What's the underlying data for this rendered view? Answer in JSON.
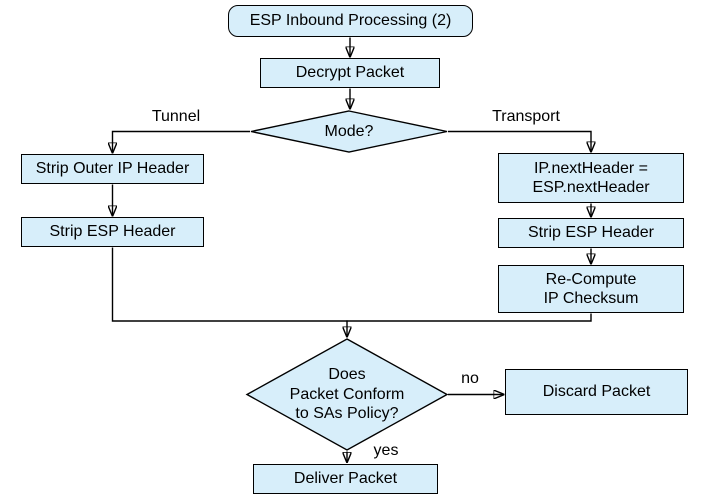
{
  "diagram": {
    "type": "flowchart",
    "title": "ESP Inbound Processing (2)",
    "colors": {
      "node_fill": "#d7eefa",
      "node_border": "#000000",
      "connector": "#000000",
      "background": "#ffffff",
      "text": "#000000"
    },
    "nodes": {
      "start": {
        "label": "ESP Inbound Processing (2)",
        "shape": "rounded-rect"
      },
      "decrypt": {
        "label": "Decrypt Packet",
        "shape": "rect"
      },
      "mode": {
        "label": "Mode?",
        "shape": "diamond"
      },
      "strip_outer": {
        "label": "Strip Outer IP Header",
        "shape": "rect"
      },
      "strip_esp_left": {
        "label": "Strip ESP Header",
        "shape": "rect"
      },
      "ip_next": {
        "label": "IP.nextHeader =\nESP.nextHeader",
        "shape": "rect"
      },
      "strip_esp_right": {
        "label": "Strip ESP Header",
        "shape": "rect"
      },
      "recompute": {
        "label": "Re-Compute\nIP Checksum",
        "shape": "rect"
      },
      "policy": {
        "label": "Does\nPacket Conform\nto SAs Policy?",
        "shape": "diamond"
      },
      "discard": {
        "label": "Discard Packet",
        "shape": "rect"
      },
      "deliver": {
        "label": "Deliver Packet",
        "shape": "rect"
      }
    },
    "edge_labels": {
      "tunnel": "Tunnel",
      "transport": "Transport",
      "no": "no",
      "yes": "yes"
    }
  }
}
